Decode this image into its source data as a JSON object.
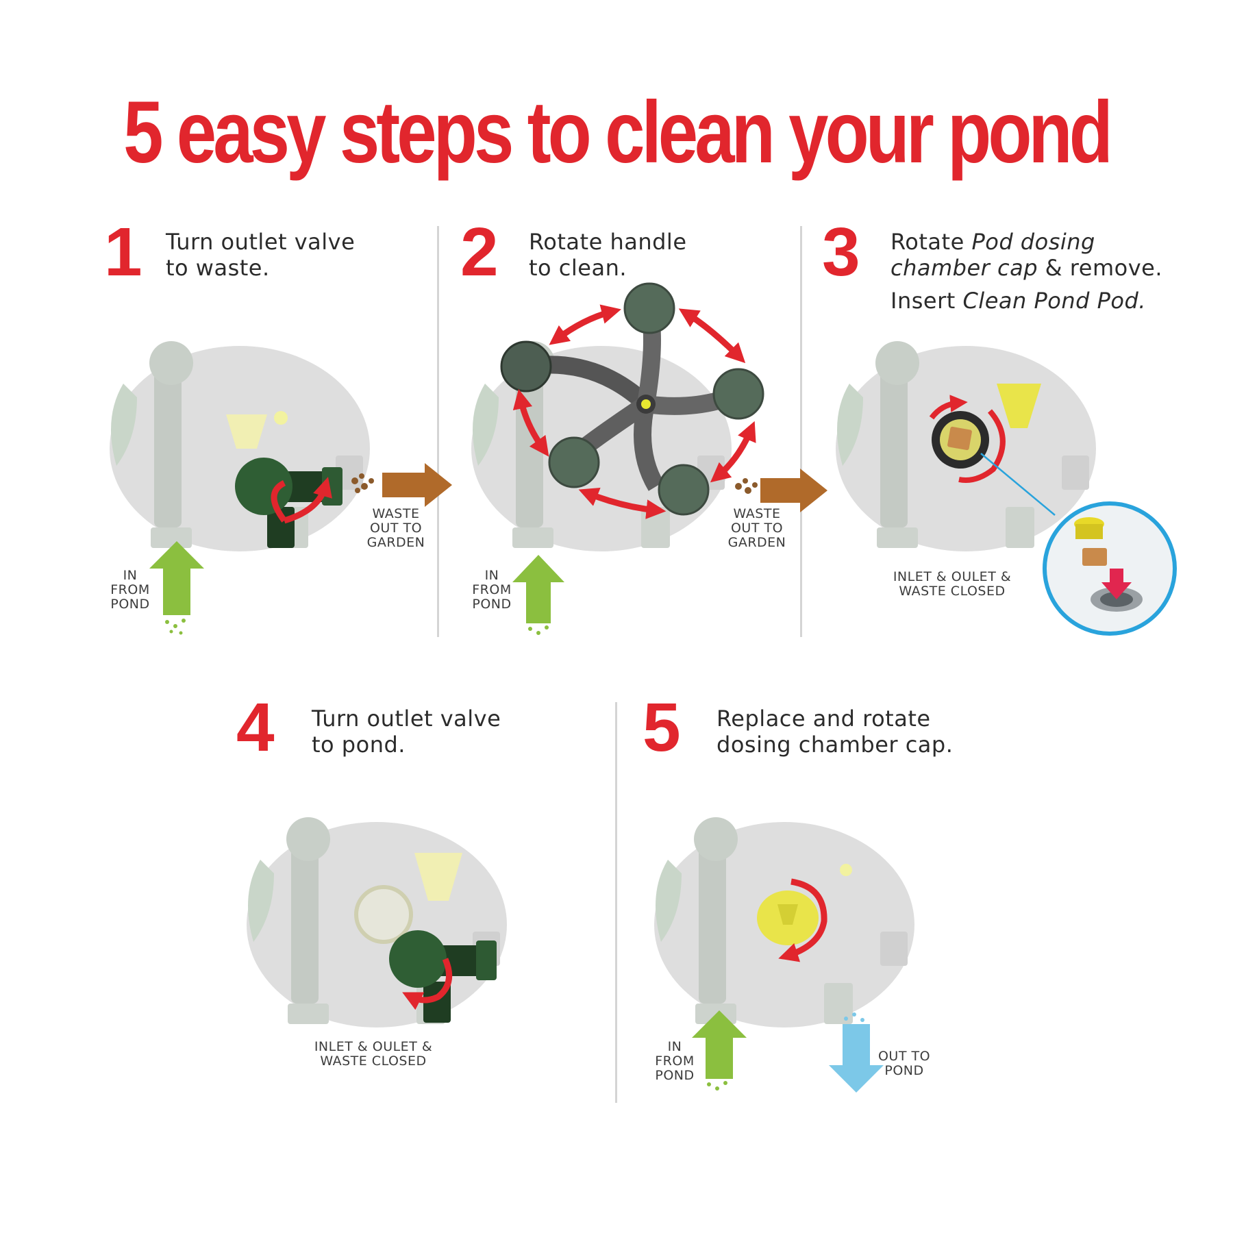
{
  "title": "5 easy steps to clean your pond",
  "colors": {
    "accent": "#e1262d",
    "in_arrow": "#8bbf3f",
    "out_arrow": "#7cc8e8",
    "waste_arrow": "#b06a2a",
    "valve": "#2f5e34",
    "cap": "#e9e44a",
    "callout": "#29a3dc"
  },
  "steps": [
    {
      "number": "1",
      "lines": [
        "Turn outlet valve",
        "to waste."
      ],
      "labels": {
        "waste": [
          "WASTE",
          "OUT TO",
          "GARDEN"
        ],
        "inlet": [
          "IN",
          "FROM",
          "POND"
        ]
      }
    },
    {
      "number": "2",
      "lines": [
        "Rotate handle",
        "to clean."
      ],
      "labels": {
        "waste": [
          "WASTE",
          "OUT TO",
          "GARDEN"
        ],
        "inlet": [
          "IN",
          "FROM",
          "POND"
        ]
      }
    },
    {
      "number": "3",
      "line1_plain": "Rotate ",
      "line1_italic": "Pod dosing",
      "line2_italic": "chamber cap",
      "line2_plain": " & remove.",
      "line3_plain": "Insert ",
      "line3_italic": "Clean Pond Pod.",
      "labels": {
        "closed": [
          "INLET & OULET &",
          "WASTE CLOSED"
        ]
      }
    },
    {
      "number": "4",
      "lines": [
        "Turn outlet valve",
        "to pond."
      ],
      "labels": {
        "closed": [
          "INLET & OULET &",
          "WASTE CLOSED"
        ]
      }
    },
    {
      "number": "5",
      "lines": [
        "Replace and rotate",
        "dosing chamber cap."
      ],
      "labels": {
        "inlet": [
          "IN",
          "FROM",
          "POND"
        ],
        "outlet": [
          "OUT TO",
          "POND"
        ]
      }
    }
  ]
}
